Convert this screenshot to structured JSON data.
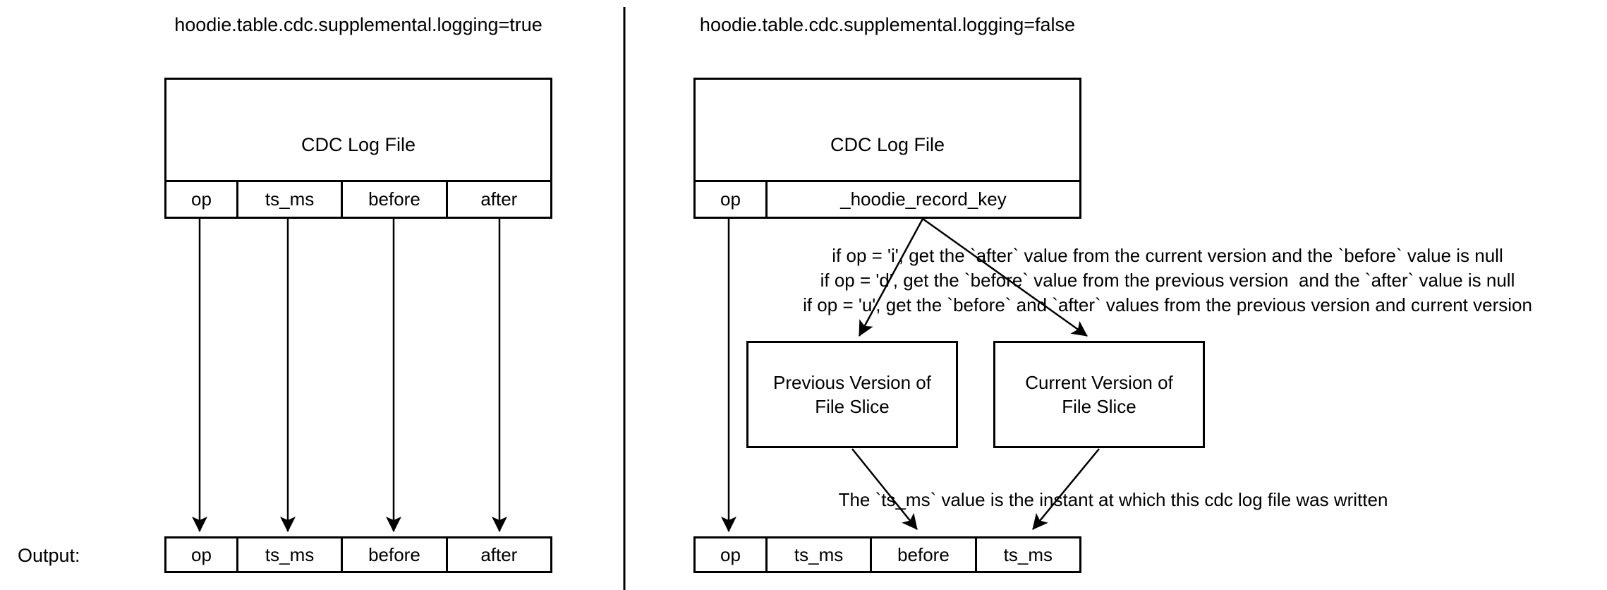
{
  "colors": {
    "background": "#ffffff",
    "stroke": "#000000",
    "text": "#000000"
  },
  "left_panel": {
    "title": "hoodie.table.cdc.supplemental.logging=true",
    "cdc_box": {
      "label": "CDC Log File",
      "columns": [
        "op",
        "ts_ms",
        "before",
        "after"
      ]
    },
    "output_label": "Output:",
    "output_columns": [
      "op",
      "ts_ms",
      "before",
      "after"
    ]
  },
  "right_panel": {
    "title": "hoodie.table.cdc.supplemental.logging=false",
    "cdc_box": {
      "label": "CDC Log File",
      "columns": [
        "op",
        "_hoodie_record_key"
      ]
    },
    "rules": [
      "if op = 'i', get the `after` value from the current version and the `before` value is null",
      "if op = 'd', get the `before` value from the previous version  and the `after` value is null",
      "if op = 'u', get the `before` and `after` values from the previous version and current version"
    ],
    "previous_box": {
      "line1": "Previous Version of",
      "line2": "File Slice"
    },
    "current_box": {
      "line1": "Current Version of",
      "line2": "File Slice"
    },
    "ts_ms_note": "The `ts_ms` value is the instant at which this cdc log file was written",
    "output_columns": [
      "op",
      "ts_ms",
      "before",
      "ts_ms"
    ]
  }
}
